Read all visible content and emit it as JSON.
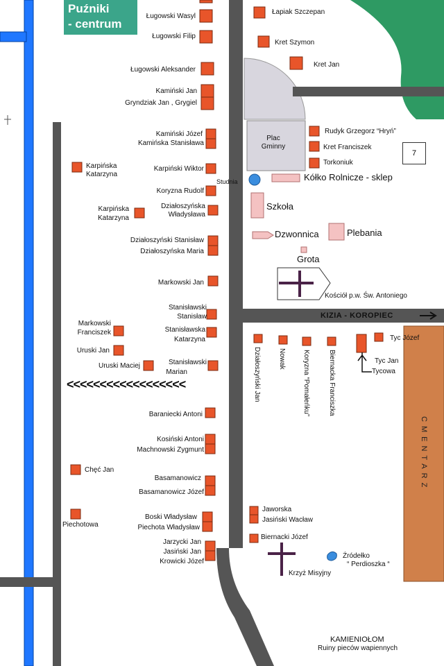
{
  "title": {
    "line1": "Puźniki",
    "line2": "- centrum"
  },
  "map_number": "7",
  "road_label": "KIZIA - KOROPIEC",
  "chevrons": "<<<<<<<<<<<<<<<<<<",
  "cemetery_label": "CMENTARZ",
  "plac": {
    "line1": "Plac",
    "line2": "Gminny"
  },
  "quarry": {
    "title": "KAMIENIOŁOM",
    "subtitle": "Ruiny pieców wapiennych"
  },
  "colors": {
    "road": "#555555",
    "river": "#1f77ff",
    "house": "#e8552a",
    "green_area": "#2e9a63",
    "cemetery": "#d0804a",
    "plaza": "#d8d6de",
    "title_bg": "#3ba58a",
    "building": "#f4c2c2"
  },
  "labels_left": [
    "Ługowski Wasyl",
    "Ługowski Filip",
    "Ługowski Aleksander",
    "Kamiński Jan",
    "Gryndziak Jan , Grygiel",
    "Kamiński Józef",
    "Kamińska Stanisława",
    "Karpiński Wiktor",
    "Koryzna Rudolf",
    "Działoszyńska",
    "Władysława",
    "Działoszyński Stanisław",
    "Działoszyńska Maria",
    "Markowski Jan",
    "Stanisławski",
    "Stanisław",
    "Stanisławska",
    "Katarzyna",
    "Stanisławski",
    "Marian",
    "Baraniecki Antoni",
    "Kosiński Antoni",
    "Machnowski Zygmunt",
    "Basamanowicz",
    "Basamanowicz Józef",
    "Boski Władysław",
    "Piechota Władysław",
    "Jarzycki Jan",
    "Jasiński Jan",
    "Krowicki Józef"
  ],
  "labels_far_left": [
    "Karpińska",
    "Katarzyna",
    "Karpińska",
    "Katarzyna",
    "Markowski",
    "Franciszek",
    "Uruski Jan",
    "Uruski Maciej",
    "Chęć Jan",
    "Piechotowa"
  ],
  "labels_right": [
    "Łapiak Szczepan",
    "Kret Szymon",
    "Kret Jan",
    "Rudyk Grzegorz “Hryń”",
    "Kret Franciszek",
    "Torkoniuk",
    "Tyc Józef",
    "Tyc Jan",
    "Tycowa",
    "Jaworska",
    "Jasiński Wacław",
    "Biernacki Józef"
  ],
  "labels_vertical": [
    "Działoszyński Jan",
    "Nowak",
    "Koryzna “Pomałeńku”",
    "Biernacka Franciszka"
  ],
  "landmarks": {
    "studnia": "Studnia",
    "kolko": "Kółko Rolnicze - sklep",
    "szkola": "Szkoła",
    "dzwonnica": "Dzwonnica",
    "plebania": "Plebania",
    "grota": "Grota",
    "kosciol": "Kościół p.w. Św. Antoniego",
    "krzyz": "Krzyż Misyjny",
    "zrodelko1": "Źródełko",
    "zrodelko2": "“ Perdioszka “"
  }
}
